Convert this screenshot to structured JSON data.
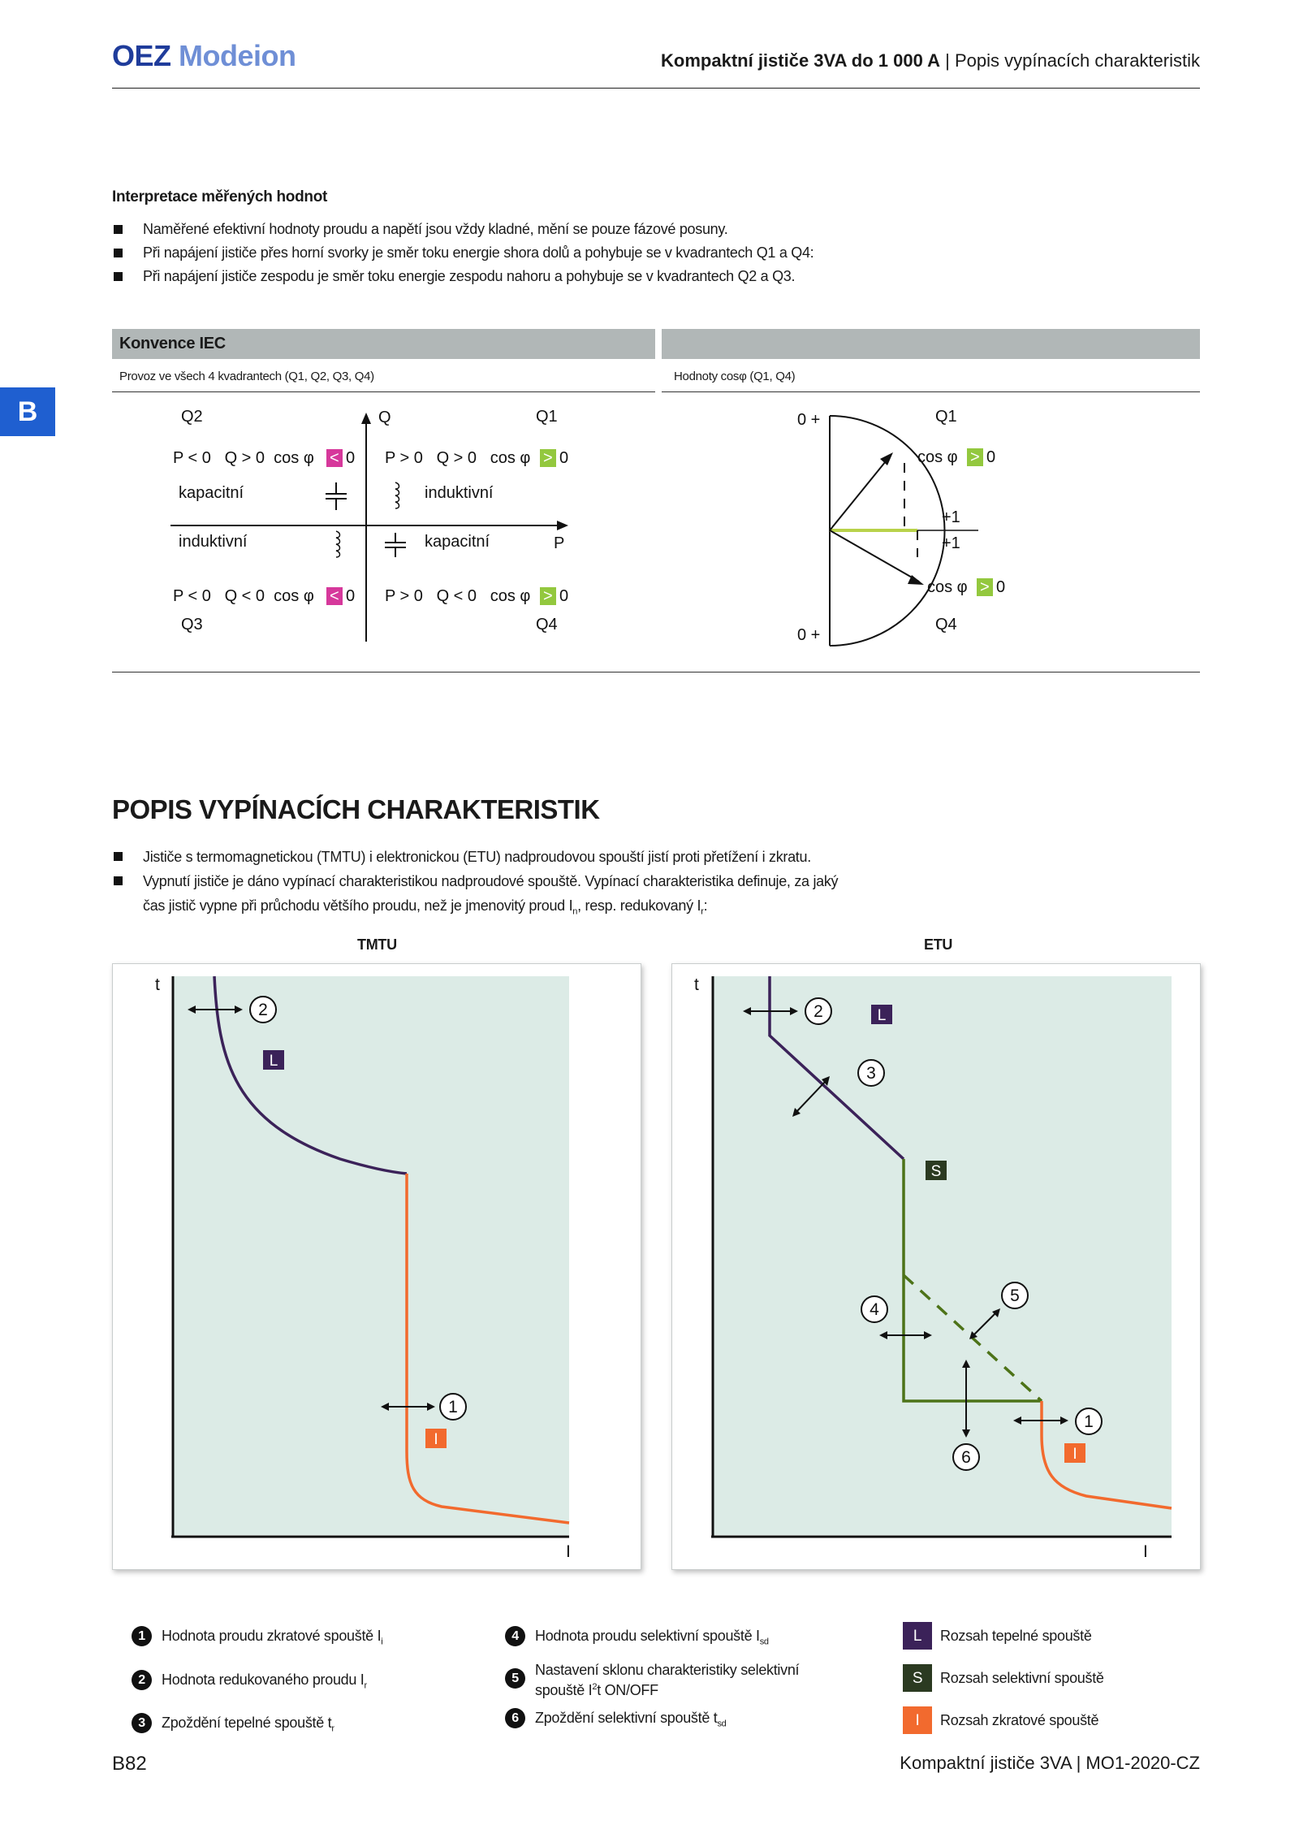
{
  "header": {
    "logo_brand": "OEZ",
    "logo_sub": "Modeion",
    "title_bold": "Kompaktní jističe 3VA do 1 000 A",
    "title_sep": "|",
    "title_rest": "Popis vypínacích charakteristik"
  },
  "side_tab": "B",
  "interpretation": {
    "title": "Interpretace měřených hodnot",
    "items": [
      "Naměřené efektivní hodnoty proudu a napětí jsou vždy kladné, mění se pouze fázové posuny.",
      "Při napájení jističe přes horní svorky je směr toku energie shora dolů a pohybuje se v kvadrantech Q1 a Q4:",
      "Při napájení jističe zespodu je směr toku energie zespodu nahoru a pohybuje se v kvadrantech Q2 a Q3."
    ]
  },
  "iec": {
    "title": "Konvence IEC",
    "left_caption": "Provoz ve všech 4 kvadrantech (Q1, Q2, Q3, Q4)",
    "right_caption": "Hodnoty cosφ (Q1, Q4)",
    "quadrant": {
      "q1": "Q1",
      "q2": "Q2",
      "q3": "Q3",
      "q4": "Q4",
      "axis_q": "Q",
      "axis_p": "P",
      "q2_formula": "P < 0   Q > 0  cos φ",
      "q2_sign": "<",
      "q2_zero": "0",
      "q1_formula": "P > 0   Q > 0   cos φ",
      "q1_sign": ">",
      "q1_zero": "0",
      "q3_formula": "P < 0   Q < 0  cos φ",
      "q3_sign": "<",
      "q3_zero": "0",
      "q4_formula": "P > 0   Q < 0   cos φ",
      "q4_sign": ">",
      "q4_zero": "0",
      "q2_type": "kapacitní",
      "q1_type": "induktivní",
      "q3_type": "induktivní",
      "q4_type": "kapacitní"
    },
    "cos": {
      "top_zero": "0 +",
      "bottom_zero": "0 +",
      "q1": "Q1",
      "q4": "Q4",
      "plus_top": "+1",
      "plus_bottom": "+1",
      "upper_label": "cos φ",
      "upper_sign": ">",
      "upper_zero": "0",
      "lower_label": "cos φ",
      "lower_sign": ">",
      "lower_zero": "0"
    },
    "colors": {
      "less": "#d6389b",
      "greater": "#93c83e",
      "line": "#b8d24a"
    }
  },
  "section": {
    "title": "POPIS VYPÍNACÍCH CHARAKTERISTIK",
    "item1": "Jističe s termomagnetickou (TMTU) i elektronickou (ETU) nadproudovou spouští jistí proti přetížení i zkratu.",
    "item2_line1": "Vypnutí jističe je dáno vypínací charakteristikou nadproudové spouště. Vypínací charakteristika definuje, za jaký",
    "item2_line2a": "čas jistič vypne při průchodu většího proudu, než je jmenovitý proud I",
    "item2_sub_n": "n",
    "item2_line2b": ", resp. redukovaný I",
    "item2_sub_r": "r",
    "item2_line2c": ":"
  },
  "charts": {
    "tmtu_label": "TMTU",
    "etu_label": "ETU",
    "axis_t": "t",
    "axis_i": "I",
    "tag_L": "L",
    "tag_S": "S",
    "tag_I": "I",
    "n1": "1",
    "n2": "2",
    "n3": "3",
    "n4": "4",
    "n5": "5",
    "n6": "6",
    "colors": {
      "bg": "#dcebe6",
      "L": "#3b2259",
      "S": "#4d7318",
      "I": "#f26a2e",
      "S_box": "#2b3a21"
    }
  },
  "legend": {
    "col1": [
      {
        "num": "1",
        "text": "Hodnota proudu zkratové spouště I",
        "sub": "i"
      },
      {
        "num": "2",
        "text": "Hodnota redukovaného proudu I",
        "sub": "r"
      },
      {
        "num": "3",
        "text": "Zpoždění tepelné spouště t",
        "sub": "r"
      }
    ],
    "col2": [
      {
        "num": "4",
        "text": "Hodnota proudu selektivní spouště I",
        "sub": "sd"
      },
      {
        "num": "5",
        "line1": "Nastavení sklonu charakteristiky selektivní",
        "line2a": "spouště I",
        "sup": "2",
        "line2b": "t ON/OFF"
      },
      {
        "num": "6",
        "text": "Zpoždění selektivní spouště t",
        "sub": "sd"
      }
    ],
    "col3": [
      {
        "box": "L",
        "text": "Rozsah tepelné spouště"
      },
      {
        "box": "S",
        "text": "Rozsah selektivní spouště"
      },
      {
        "box": "I",
        "text": "Rozsah zkratové spouště"
      }
    ]
  },
  "footer": {
    "page": "B82",
    "title_a": "Kompaktní jističe 3VA",
    "title_sep": "|",
    "title_b": "MO1-2020-CZ"
  }
}
